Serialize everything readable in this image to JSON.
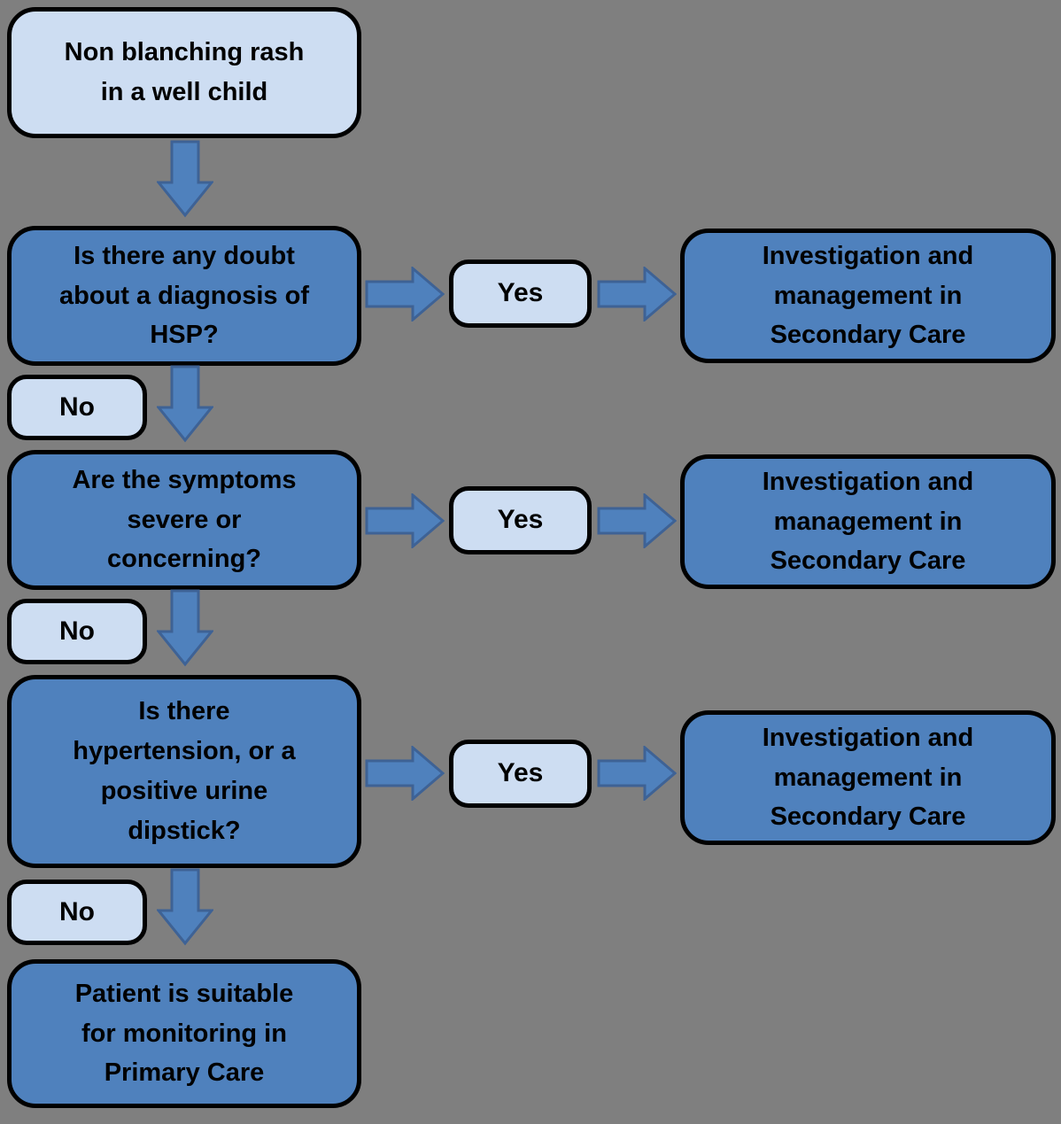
{
  "diagram": {
    "background_color": "#7f7f7f",
    "colors": {
      "question_box_fill": "#4f81bd",
      "outcome_box_fill": "#4f81bd",
      "start_box_fill": "#cdddf2",
      "decision_label_fill": "#cdddf2",
      "box_border": "#000000",
      "arrow_fill": "#4f81bd",
      "arrow_outline": "#3e6295",
      "text_color": "#000000"
    },
    "start": "Non blanching rash\nin a well child",
    "rows": [
      {
        "question": "Is there any doubt\nabout a diagnosis of\nHSP?",
        "yes_label": "Yes",
        "no_label": "No",
        "yes_outcome": "Investigation and\nmanagement in\nSecondary Care"
      },
      {
        "question": "Are the symptoms\nsevere or\nconcerning?",
        "yes_label": "Yes",
        "no_label": "No",
        "yes_outcome": "Investigation and\nmanagement in\nSecondary Care"
      },
      {
        "question": "Is there\nhypertension, or a\npositive urine\ndipstick?",
        "yes_label": "Yes",
        "no_label": "No",
        "yes_outcome": "Investigation and\nmanagement in\nSecondary Care"
      }
    ],
    "end": "Patient is suitable\nfor monitoring in\nPrimary Care"
  }
}
